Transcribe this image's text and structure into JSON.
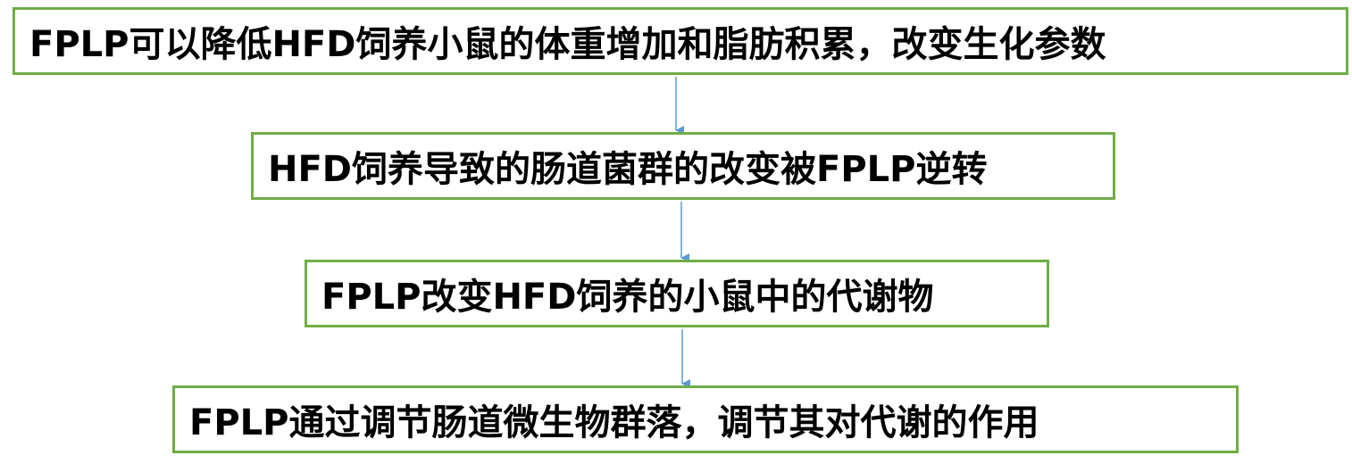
{
  "diagram": {
    "colors": {
      "box_border": "#70ad47",
      "arrow": "#5b9bd5",
      "text": "#000000",
      "background": "#ffffff"
    },
    "steps": [
      {
        "label": "FPLP可以降低HFD饲养小鼠的体重增加和脂肪积累，改变生化参数"
      },
      {
        "label": "HFD饲养导致的肠道菌群的改变被FPLP逆转"
      },
      {
        "label": "FPLP改变HFD饲养的小鼠中的代谢物"
      },
      {
        "label": "FPLP通过调节肠道微生物群落，调节其对代谢的作用"
      }
    ]
  }
}
